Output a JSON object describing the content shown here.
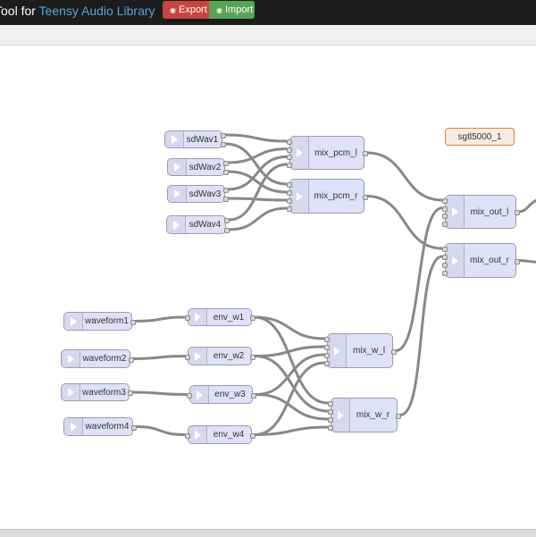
{
  "header": {
    "title_prefix": "Tool for ",
    "title_library": "Teensy Audio Library",
    "export_label": "Export",
    "import_label": "Import"
  },
  "colors": {
    "export_button": "#c9433f",
    "import_button": "#56a556",
    "node_fill": "#e0e0f6",
    "hardware_node_border": "#e8803c",
    "wire": "#888888"
  },
  "icons": {
    "node_arrow": "arrow-right-icon",
    "export": "circle-icon",
    "import": "circle-icon"
  },
  "nodes": [
    {
      "id": "sdWav1",
      "label": "sdWav1"
    },
    {
      "id": "sdWav2",
      "label": "sdWav2"
    },
    {
      "id": "sdWav3",
      "label": "sdWav3"
    },
    {
      "id": "sdWav4",
      "label": "sdWav4"
    },
    {
      "id": "mix_pcm_l",
      "label": "mix_pcm_l"
    },
    {
      "id": "mix_pcm_r",
      "label": "mix_pcm_r"
    },
    {
      "id": "mix_out_l",
      "label": "mix_out_l"
    },
    {
      "id": "mix_out_r",
      "label": "mix_out_r"
    },
    {
      "id": "waveform1",
      "label": "waveform1"
    },
    {
      "id": "waveform2",
      "label": "waveform2"
    },
    {
      "id": "waveform3",
      "label": "waveform3"
    },
    {
      "id": "waveform4",
      "label": "waveform4"
    },
    {
      "id": "env_w1",
      "label": "env_w1"
    },
    {
      "id": "env_w2",
      "label": "env_w2"
    },
    {
      "id": "env_w3",
      "label": "env_w3"
    },
    {
      "id": "env_w4",
      "label": "env_w4"
    },
    {
      "id": "mix_w_l",
      "label": "mix_w_l"
    },
    {
      "id": "mix_w_r",
      "label": "mix_w_r"
    }
  ],
  "hardware": {
    "id": "sgtl5000_1",
    "label": "sgtl5000_1"
  }
}
